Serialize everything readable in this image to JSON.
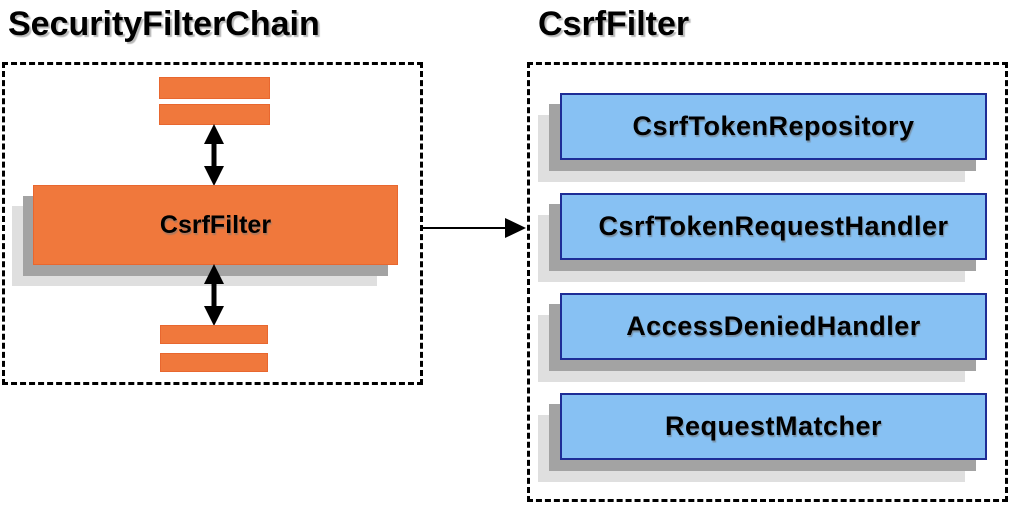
{
  "colors": {
    "background": "#FFFFFF",
    "text": "#000000",
    "orange": "#F0783C",
    "orange_border": "#E8672F",
    "blue": "#87C1F3",
    "blue_border": "#1E2D96",
    "shadow_dark": "#A3A3A3",
    "shadow_light": "#DFDFDF",
    "arrow": "#000000"
  },
  "left_panel": {
    "title": "SecurityFilterChain",
    "filter_node": {
      "label": "CsrfFilter"
    }
  },
  "right_panel": {
    "title": "CsrfFilter",
    "components": [
      {
        "label": "CsrfTokenRepository"
      },
      {
        "label": "CsrfTokenRequestHandler"
      },
      {
        "label": "AccessDeniedHandler"
      },
      {
        "label": "RequestMatcher"
      }
    ]
  }
}
